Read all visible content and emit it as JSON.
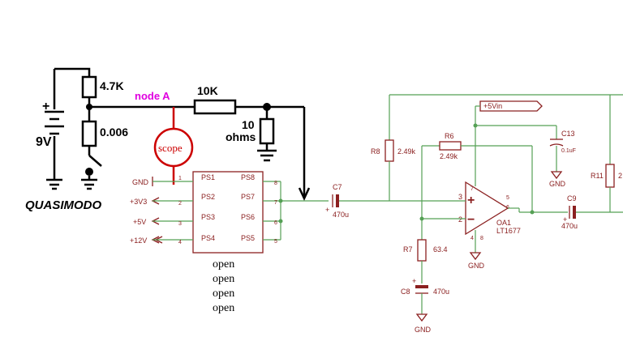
{
  "left_circuit": {
    "title": "QUASIMODO",
    "battery_label": "9V",
    "battery_plus": "+",
    "r_top_label": "4.7K",
    "r_bottom_label": "0.006",
    "node_label": "node A",
    "scope_label": "scope",
    "r_series_label": "10K",
    "r_load_value": "10",
    "r_load_unit": "ohms"
  },
  "connector": {
    "left_pins": [
      {
        "net": "GND",
        "num": "1",
        "name": "PS1"
      },
      {
        "net": "+3V3",
        "num": "2",
        "name": "PS2"
      },
      {
        "net": "+5V",
        "num": "3",
        "name": "PS3"
      },
      {
        "net": "+12V",
        "num": "4",
        "name": "PS4"
      }
    ],
    "right_pins": [
      {
        "num": "8",
        "name": "PS8"
      },
      {
        "num": "7",
        "name": "PS7"
      },
      {
        "num": "6",
        "name": "PS6"
      },
      {
        "num": "5",
        "name": "PS5"
      }
    ],
    "notes": [
      "open",
      "open",
      "open",
      "open"
    ]
  },
  "amplifier": {
    "c7_ref": "C7",
    "c7_val": "470u",
    "r8_ref": "R8",
    "r8_val": "2.49k",
    "r6_ref": "R6",
    "r6_val": "2.49k",
    "supply_label": "+5Vin",
    "c13_ref": "C13",
    "c13_val": "0.1uF",
    "gnd_label": "GND",
    "pin3": "3",
    "pin2": "2",
    "pin5": "5",
    "pin6": "6",
    "pin7": "7",
    "pin4": "4",
    "pin8": "8",
    "oa_ref": "OA1",
    "oa_part": "LT1677",
    "plus_sign": "+",
    "minus_sign": "−",
    "r7_ref": "R7",
    "r7_val": "63.4",
    "c8_ref": "C8",
    "c8_val": "470u",
    "c9_ref": "C9",
    "c9_val": "470u",
    "r11_ref": "R11",
    "r11_partial": "2"
  },
  "colors": {
    "wire_main": "#000000",
    "wire_schematic": "#55a055",
    "component": "#8b2020",
    "probe": "#cc0000",
    "node_text": "#e000e0"
  }
}
